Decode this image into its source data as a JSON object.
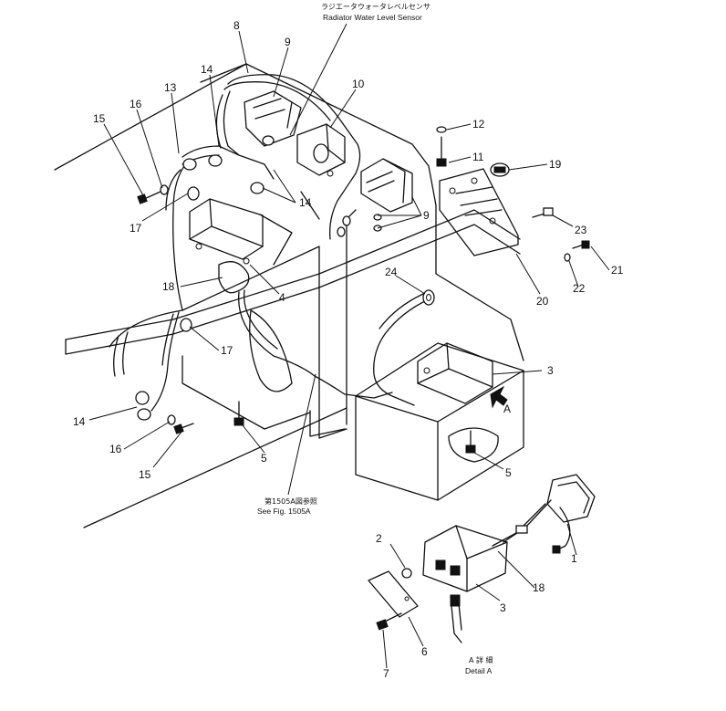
{
  "notes": {
    "sensor_jp": "ラジエータウォータレベルセンサ",
    "sensor_en": "Radiator Water Level Sensor",
    "see_fig_jp": "第1505A図参照",
    "see_fig_en": "See Fig. 1505A",
    "detail_jp": "A 詳 細",
    "detail_en": "Detail A",
    "view_arrow": "A"
  },
  "callouts": [
    "1",
    "2",
    "3",
    "3",
    "4",
    "5",
    "5",
    "6",
    "7",
    "8",
    "9",
    "9",
    "10",
    "11",
    "12",
    "13",
    "14",
    "14",
    "14",
    "15",
    "15",
    "16",
    "16",
    "17",
    "17",
    "18",
    "18",
    "19",
    "20",
    "21",
    "22",
    "23",
    "24"
  ]
}
